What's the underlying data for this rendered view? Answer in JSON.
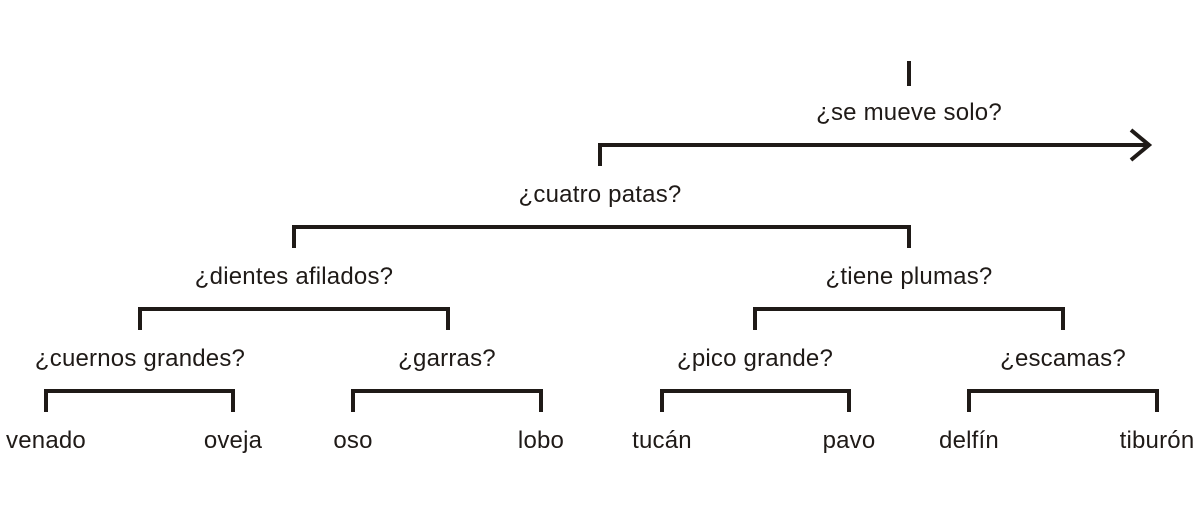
{
  "diagram": {
    "stroke_color": "#1f1a17",
    "text_color": "#1f1a17",
    "background": "#ffffff",
    "questions": {
      "root": "¿se mueve solo?",
      "legs": "¿cuatro patas?",
      "teeth": "¿dientes afilados?",
      "feathers": "¿tiene plumas?",
      "horns": "¿cuernos grandes?",
      "claws": "¿garras?",
      "beak": "¿pico grande?",
      "scales": "¿escamas?"
    },
    "leaves": {
      "venado": "venado",
      "oveja": "oveja",
      "oso": "oso",
      "lobo": "lobo",
      "tucan": "tucán",
      "pavo": "pavo",
      "delfin": "delfín",
      "tiburon": "tiburón"
    }
  }
}
